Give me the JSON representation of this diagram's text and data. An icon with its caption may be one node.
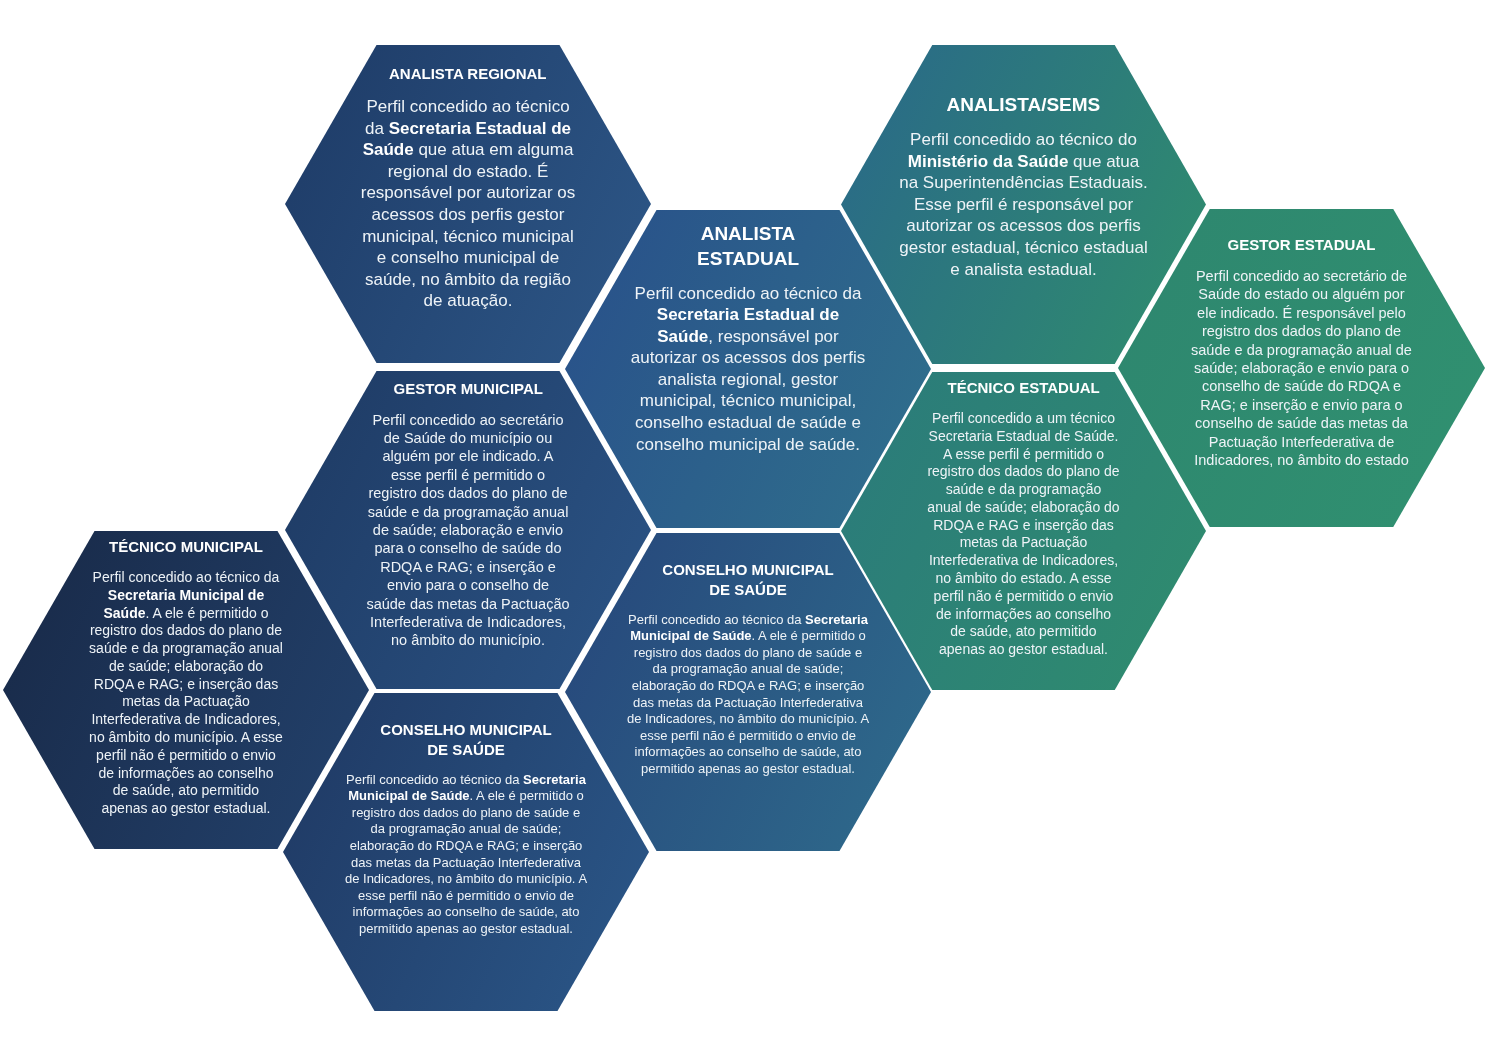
{
  "diagram": {
    "nodes": [
      {
        "text": [
          "ANALISTA REGIONAL",
          "Perfil concedido ao técnico da **Secretaria Estadual de Saúde** que atua em alguma regional do estado. É responsável por autorizar os acessos dos perfis gestor municipal, técnico municipal e conselho municipal de saúde, no âmbito da região de atuação."
        ]
      },
      {
        "text": [
          "ANALISTA/SEMS",
          "Perfil concedido ao técnico do **Ministério da Saúde** que atua na Superintendências Estaduais. Esse perfil é responsável por autorizar os acessos dos perfis gestor estadual, técnico estadual e analista estadual."
        ]
      },
      {
        "text": [
          "ANALISTA ESTADUAL",
          "Perfil concedido ao técnico da **Secretaria Estadual de Saúde**, responsável por autorizar os acessos dos perfis analista regional, gestor municipal, técnico municipal, conselho estadual de saúde e conselho municipal de saúde."
        ]
      },
      {
        "text": [
          "GESTOR ESTADUAL",
          "Perfil concedido ao secretário de Saúde do estado ou alguém por ele indicado. É responsável pelo registro dos dados do plano de saúde e da programação anual de saúde; elaboração e envio para o conselho de saúde do RDQA e RAG; e inserção e envio para o conselho de saúde das metas da Pactuação Interfederativa de Indicadores, no âmbito do estado"
        ]
      },
      {
        "text": [
          "GESTOR MUNICIPAL",
          "Perfil concedido ao secretário de Saúde do município ou alguém por ele indicado. A esse perfil é permitido o registro dos dados do plano de saúde e da programação anual de saúde; elaboração e envio para o conselho de saúde do RDQA e RAG; e inserção e envio para o conselho de saúde das metas da Pactuação Interfederativa de Indicadores, no âmbito do município."
        ]
      },
      {
        "text": [
          "TÉCNICO ESTADUAL",
          "Perfil concedido a um técnico Secretaria Estadual de Saúde. A esse perfil é permitido o registro dos dados do plano de saúde e da programação anual de saúde; elaboração do RDQA e RAG e inserção das metas da Pactuação Interfederativa de Indicadores, no âmbito do estado. A esse perfil não é permitido o envio de informações ao conselho de saúde, ato permitido apenas ao gestor estadual."
        ]
      },
      {
        "text": [
          "TÉCNICO MUNICIPAL",
          "Perfil concedido ao técnico da **Secretaria Municipal de Saúde**. A ele é permitido o registro dos dados do plano de saúde e da programação anual de saúde; elaboração do RDQA e RAG; e inserção das metas da Pactuação Interfederativa de Indicadores, no âmbito do município. A esse perfil não é permitido o envio de informações ao conselho de saúde, ato permitido apenas ao gestor estadual."
        ]
      },
      {
        "text": [
          "CONSELHO MUNICIPAL DE SAÚDE",
          "Perfil concedido ao técnico da **Secretaria Municipal de Saúde**. A ele é permitido o registro dos dados do plano de saúde e da programação anual de saúde; elaboração do RDQA e RAG; e inserção das metas da Pactuação Interfederativa de Indicadores, no âmbito do município. A esse perfil não é permitido o envio de informações ao conselho de saúde, ato permitido apenas ao gestor estadual."
        ]
      },
      {
        "text": [
          "CONSELHO MUNICIPAL DE SAÚDE",
          "Perfil concedido ao técnico da **Secretaria Municipal de Saúde**. A ele é permitido o registro dos dados do plano de saúde e da programação anual de saúde; elaboração do RDQA e RAG; e inserção das metas da Pactuação Interfederativa de Indicadores, no âmbito do município. A esse perfil não é permitido o envio de informações ao conselho de saúde, ato permitido apenas ao gestor estadual."
        ]
      }
    ]
  }
}
